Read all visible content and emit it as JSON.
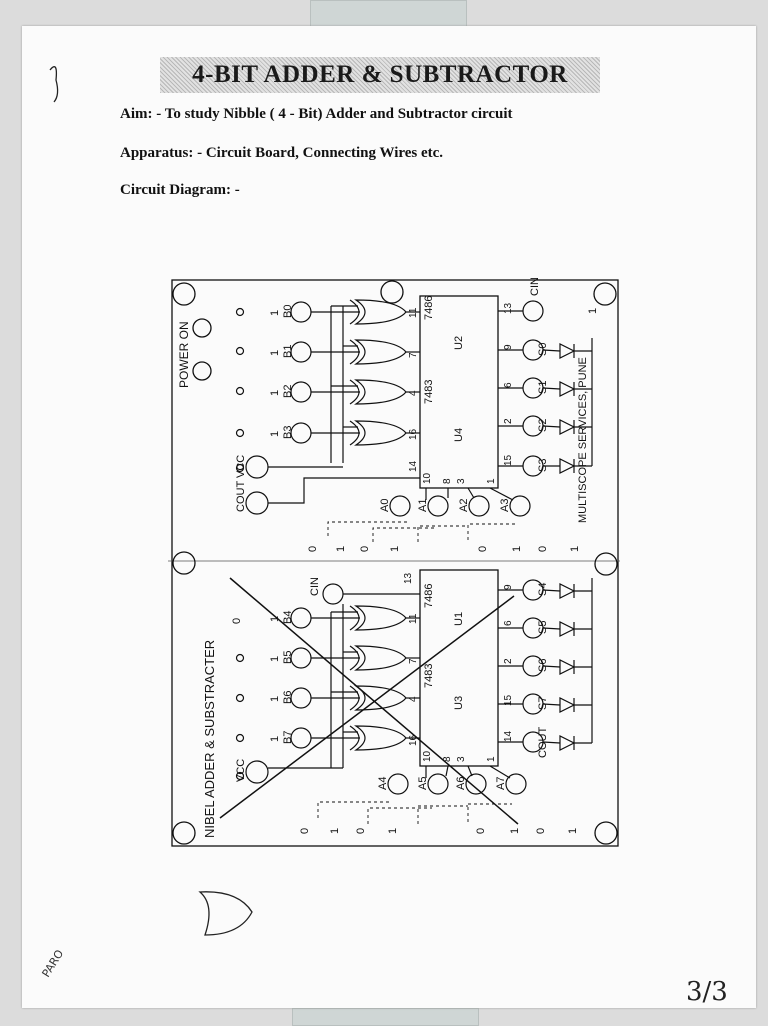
{
  "document": {
    "title": "4-BIT ADDER & SUBTRACTOR",
    "aim": "Aim: - To study Nibble ( 4 - Bit) Adder and Subtractor circuit",
    "apparatus": "Apparatus: - Circuit Board, Connecting Wires etc.",
    "circuit_diagram_label": "Circuit Diagram: -"
  },
  "board": {
    "title": "NIBEL ADDER & SUBSTRACTER",
    "maker": "MULTISCOPE SERVICES, PUNE",
    "power_label": "POWER ON",
    "upper": {
      "b_labels": [
        "B0",
        "B1",
        "B2",
        "B3"
      ],
      "s_labels": [
        "S0",
        "S1",
        "S2",
        "S3"
      ],
      "a_labels": [
        "A0",
        "A1",
        "A2",
        "A3"
      ],
      "xor_chip": "7486",
      "adder_chip": "7483",
      "xor_unit": "U2",
      "adder_unit": "U4",
      "cin_label": "CIN",
      "cout_label": "COUT",
      "vcc_label": "VCC",
      "xor_pins": [
        "11",
        "7",
        "4",
        "16"
      ],
      "adder_pins_left": [
        "14",
        "10",
        "8",
        "3",
        "1"
      ],
      "adder_pins_right": [
        "13",
        "9",
        "6",
        "2",
        "15"
      ]
    },
    "lower": {
      "b_labels": [
        "B4",
        "B5",
        "B6",
        "B7"
      ],
      "s_labels": [
        "S4",
        "S5",
        "S6",
        "S7"
      ],
      "a_labels": [
        "A4",
        "A5",
        "A6",
        "A7"
      ],
      "xor_chip": "7486",
      "adder_chip": "7483",
      "xor_unit": "U1",
      "adder_unit": "U3",
      "cin_label": "CIN",
      "cout_label": "COUT",
      "vcc_label": "VCC",
      "xor_pins": [
        "11",
        "7",
        "4",
        "16"
      ],
      "adder_pins_left": [
        "10",
        "8",
        "3",
        "1"
      ],
      "adder_pins_right": [
        "13",
        "9",
        "6",
        "2",
        "15",
        "14"
      ]
    },
    "logic_levels": [
      "0",
      "1"
    ]
  },
  "annotations": {
    "margin_note": "PARO",
    "page_mark": "3/3"
  }
}
